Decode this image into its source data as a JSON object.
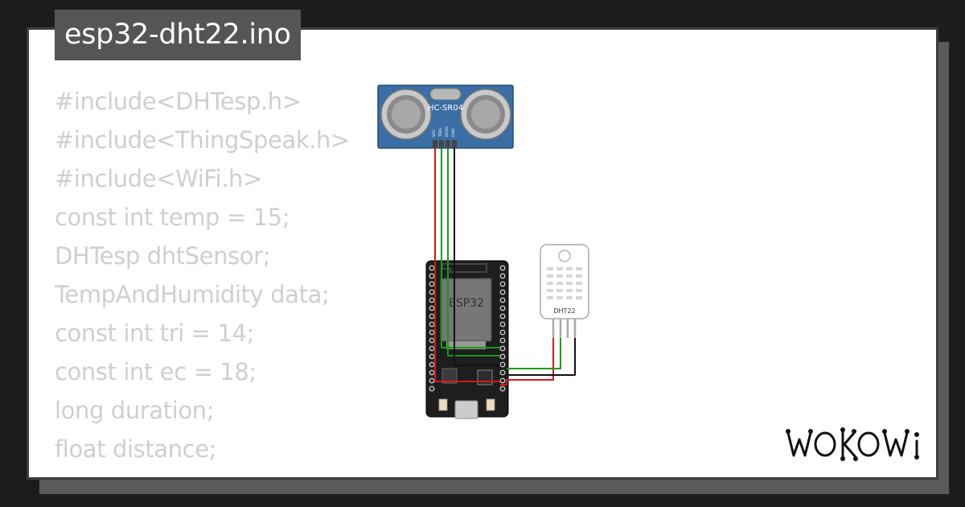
{
  "project": {
    "filename": "esp32-dht22.ino"
  },
  "code_lines": [
    "#include<DHTesp.h>",
    "#include<ThingSpeak.h>",
    "#include<WiFi.h>",
    "const int temp = 15;",
    "DHTesp dhtSensor;",
    "TempAndHumidity data;",
    "const int tri = 14;",
    "const int ec = 18;",
    "long duration;",
    "float distance;"
  ],
  "components": {
    "ultrasonic": {
      "label": "HC-SR04",
      "pins": [
        "VCC",
        "TRIG",
        "ECHO",
        "GND"
      ]
    },
    "mcu": {
      "label": "ESP32"
    },
    "sensor": {
      "label": "DHT22"
    }
  },
  "brand": {
    "logo_text": "WOKWi"
  },
  "colors": {
    "background": "#1c1c1c",
    "card": "#ffffff",
    "title_tab": "#555555",
    "code_text": "#cfcfcf",
    "wire_red": "#d81818",
    "wire_green": "#12a012",
    "wire_black": "#111111",
    "board_blue": "#3a6ea5"
  }
}
